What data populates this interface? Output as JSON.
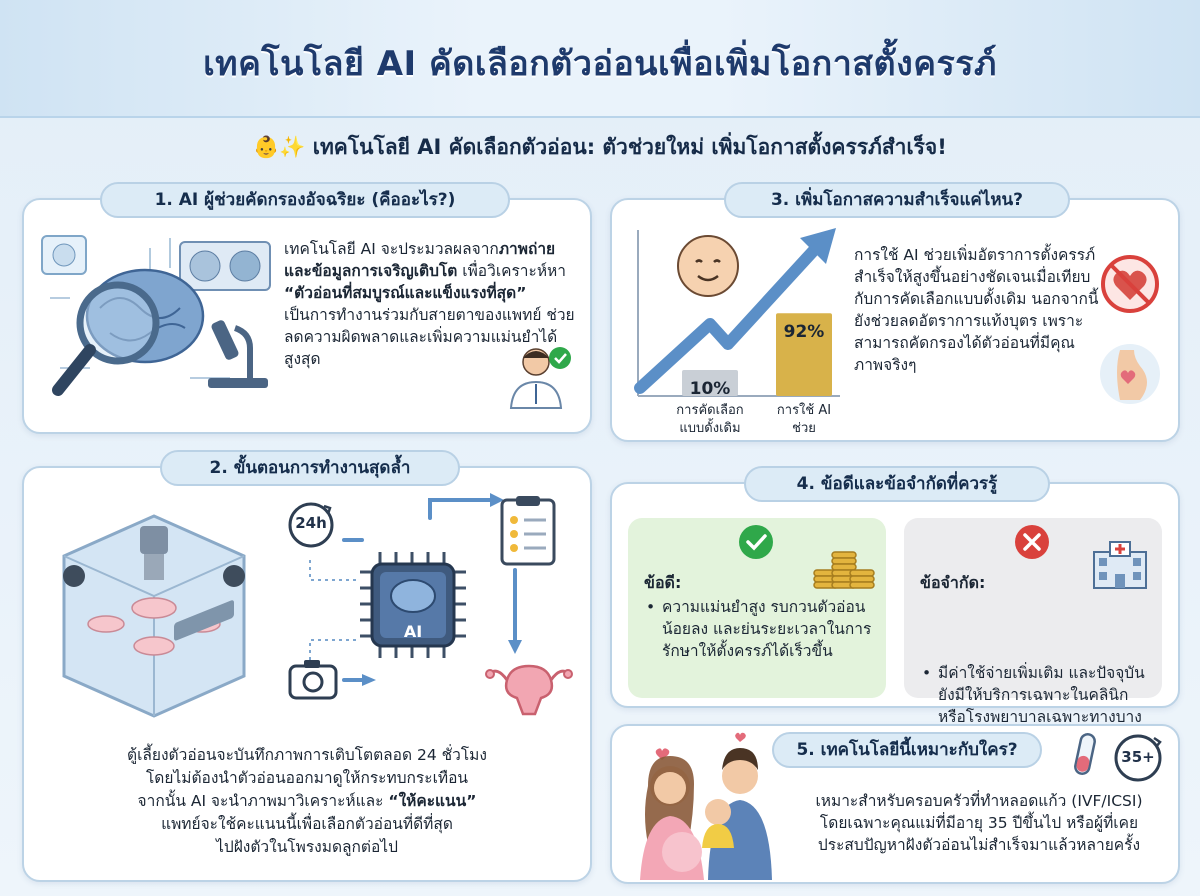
{
  "title": "เทคโนโลยี AI คัดเลือกตัวอ่อนเพื่อเพิ่มโอกาสตั้งครรภ์",
  "subtitle_emoji": "👶✨",
  "subtitle": "เทคโนโลยี AI คัดเลือกตัวอ่อน: ตัวช่วยใหม่ เพิ่มโอกาสตั้งครรภ์สำเร็จ!",
  "section1": {
    "heading": "1. AI ผู้ช่วยคัดกรองอัจฉริยะ (คืออะไร?)",
    "p1": "เทคโนโลยี AI จะประมวลผลจาก",
    "p1_bold": "ภาพถ่ายและข้อมูลการเจริญเติบโต",
    "p2": " เพื่อวิเคราะห์หา ",
    "p2_bold": "“ตัวอ่อนที่สมบูรณ์และแข็งแรงที่สุด”",
    "p3": " เป็นการทำงานร่วมกับสายตาของแพทย์ ช่วยลดความผิดพลาดและเพิ่มความแม่นยำได้สูงสุด"
  },
  "section2": {
    "heading": "2. ขั้นตอนการทำงานสุดล้ำ",
    "clock_label": "24h",
    "chip_label": "AI",
    "line1": "ตู้เลี้ยงตัวอ่อนจะบันทึกภาพการเติบโตตลอด 24 ชั่วโมง",
    "line2": "โดยไม่ต้องนำตัวอ่อนออกมาดูให้กระทบกระเทือน",
    "line3a": "จากนั้น AI จะนำภาพมาวิเคราะห์และ ",
    "line3b": "“ให้คะแนน”",
    "line4": "แพทย์จะใช้คะแนนนี้เพื่อเลือกตัวอ่อนที่ดีที่สุด",
    "line5": "ไปฝังตัวในโพรงมดลูกต่อไป"
  },
  "section3": {
    "heading": "3. เพิ่มโอกาสความสำเร็จแค่ไหน?",
    "body": "การใช้ AI ช่วยเพิ่มอัตราการตั้งครรภ์สำเร็จให้สูงขึ้นอย่างชัดเจนเมื่อเทียบกับการคัดเลือกแบบดั้งเดิม นอกจากนี้ยังช่วยลดอัตราการแท้งบุตร เพราะสามารถคัดกรองได้ตัวอ่อนที่มีคุณภาพจริงๆ",
    "chart": {
      "categories": [
        "การคัดเลือกแบบดั้งเดิม",
        "การใช้ AI ช่วย"
      ],
      "values": [
        10,
        92
      ],
      "labels": [
        "10%",
        "92%"
      ],
      "cat_lines": [
        [
          "การคัดเลือก",
          "แบบดั้งเดิม"
        ],
        [
          "การใช้ AI",
          "ช่วย"
        ]
      ]
    }
  },
  "section4": {
    "heading": "4. ข้อดีและข้อจำกัดที่ควรรู้",
    "pros_title": "ข้อดี:",
    "pros_text": "ความแม่นยำสูง รบกวนตัวอ่อนน้อยลง และย่นระยะเวลาในการรักษาให้ตั้งครรภ์ได้เร็วขึ้น",
    "cons_title": "ข้อจำกัด:",
    "cons_text": "มีค่าใช้จ่ายเพิ่มเติม และปัจจุบันยังมีให้บริการเฉพาะในคลินิกหรือโรงพยาบาลเฉพาะทางบางแห่งเท่านั้น"
  },
  "section5": {
    "heading": "5. เทคโนโลยีนี้เหมาะกับใคร?",
    "age_badge": "35+",
    "line1": "เหมาะสำหรับครอบครัวที่ทำหลอดแก้ว (IVF/ICSI)",
    "line2": "โดยเฉพาะคุณแม่ที่มีอายุ 35 ปีขึ้นไป หรือผู้ที่เคย",
    "line3": "ประสบปัญหาฝังตัวอ่อนไม่สำเร็จมาแล้วหลายครั้ง"
  },
  "colors": {
    "title": "#1e3a6c",
    "pill_bg": "#dcebf6",
    "pros_bg": "#e3f3dc",
    "cons_bg": "#ececee",
    "check": "#2fa84a",
    "cross": "#d9413c",
    "gold": "#d8b24a",
    "arrow": "#4f86c6"
  }
}
